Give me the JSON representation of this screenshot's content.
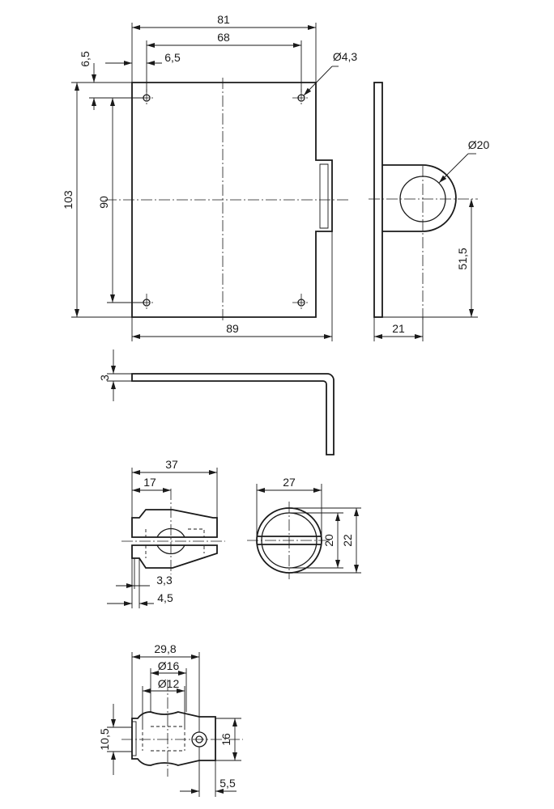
{
  "dimensions": {
    "top_view": {
      "width_81": "81",
      "hole_spacing_68": "68",
      "hole_offset_x": "6,5",
      "hole_offset_y": "6,5",
      "hole_diameter": "Ø4,3",
      "height_103": "103",
      "hole_spacing_90": "90",
      "total_width_89": "89"
    },
    "side_view": {
      "bore_diameter": "Ø20",
      "bore_height": "51,5",
      "depth_21": "21"
    },
    "profile_view": {
      "thickness": "3"
    },
    "clamp_side": {
      "length_37": "37",
      "length_17": "17",
      "slot_3_3": "3,3",
      "slot_4_5": "4,5"
    },
    "clamp_end": {
      "width_27": "27",
      "bore_20": "20",
      "outer_22": "22"
    },
    "clamp_top": {
      "length_29_8": "29,8",
      "dia_16": "Ø16",
      "dia_12": "Ø12",
      "height_10_5": "10,5",
      "height_16": "16",
      "offset_5_5": "5,5"
    }
  }
}
